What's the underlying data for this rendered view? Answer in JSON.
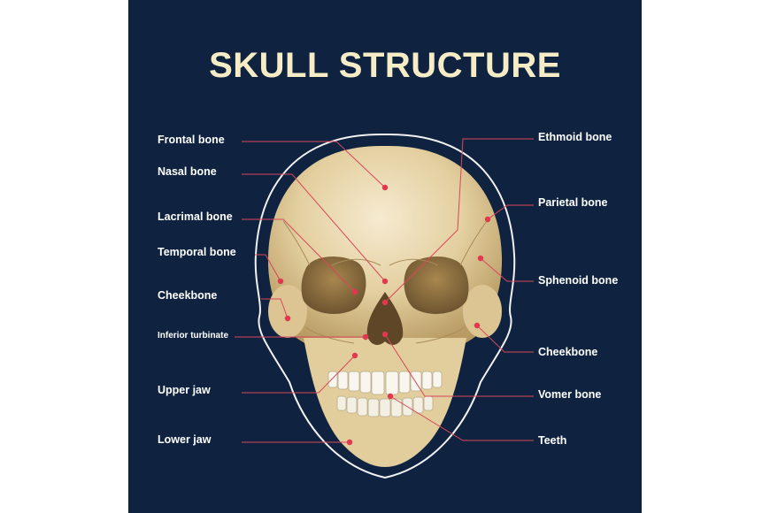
{
  "title": "SKULL STRUCTURE",
  "colors": {
    "background": "#0f2340",
    "title": "#f6ecc6",
    "bone": "#e8d6a8",
    "leader_line": "#d9475a",
    "outline": "#ffffff"
  },
  "labels_left": [
    {
      "text": "Frontal bone"
    },
    {
      "text": "Nasal bone"
    },
    {
      "text": "Lacrimal bone"
    },
    {
      "text": "Temporal bone"
    },
    {
      "text": "Cheekbone"
    },
    {
      "text": "Inferior turbinate"
    },
    {
      "text": "Upper jaw"
    },
    {
      "text": "Lower jaw"
    }
  ],
  "labels_right": [
    {
      "text": "Ethmoid bone"
    },
    {
      "text": "Parietal bone"
    },
    {
      "text": "Sphenoid bone"
    },
    {
      "text": "Cheekbone"
    },
    {
      "text": "Vomer bone"
    },
    {
      "text": "Teeth"
    }
  ]
}
